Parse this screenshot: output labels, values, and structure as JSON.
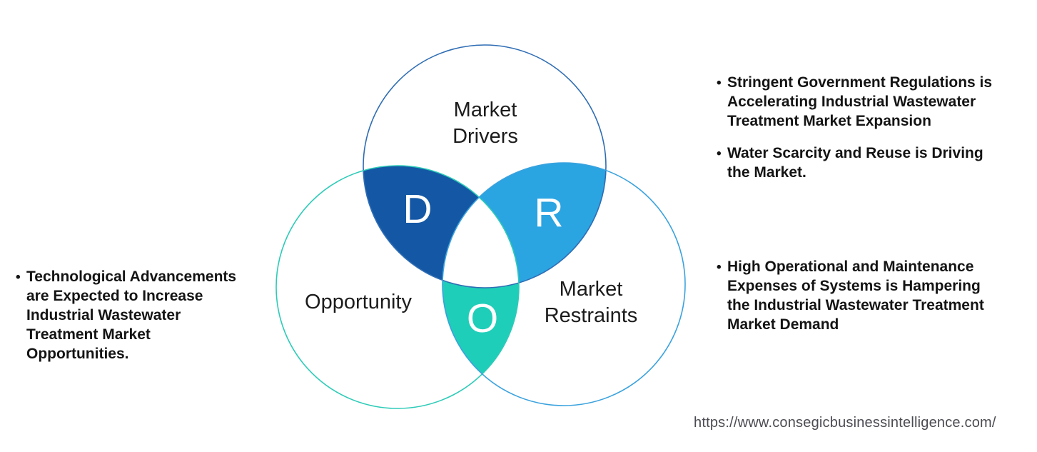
{
  "venn": {
    "circles": [
      {
        "id": "drivers",
        "label": "Market\nDrivers",
        "stroke": "#2f6db4"
      },
      {
        "id": "opportunity",
        "label": "Opportunity",
        "stroke": "#2dcbb8"
      },
      {
        "id": "restraints",
        "label": "Market\nRestraints",
        "stroke": "#3aa2de"
      }
    ],
    "overlaps": [
      {
        "letter": "D",
        "fill": "#1458a5"
      },
      {
        "letter": "R",
        "fill": "#2ba4e2"
      },
      {
        "letter": "O",
        "fill": "#1fceb9"
      }
    ],
    "center_fill": "#ffffff"
  },
  "notes": {
    "left": {
      "items": [
        {
          "text": "Technological Advancements\nare Expected to Increase\nIndustrial Wastewater\nTreatment Market\nOpportunities."
        }
      ]
    },
    "right_top": {
      "items": [
        {
          "text": "Stringent Government Regulations is\nAccelerating Industrial Wastewater\nTreatment Market Expansion"
        },
        {
          "text": "Water Scarcity and Reuse is Driving\nthe Market."
        }
      ]
    },
    "right_bottom": {
      "items": [
        {
          "text": "High Operational and Maintenance\nExpenses of Systems is Hampering\nthe Industrial Wastewater Treatment\nMarket Demand"
        }
      ]
    }
  },
  "footer": {
    "url": "https://www.consegicbusinessintelligence.com/"
  }
}
